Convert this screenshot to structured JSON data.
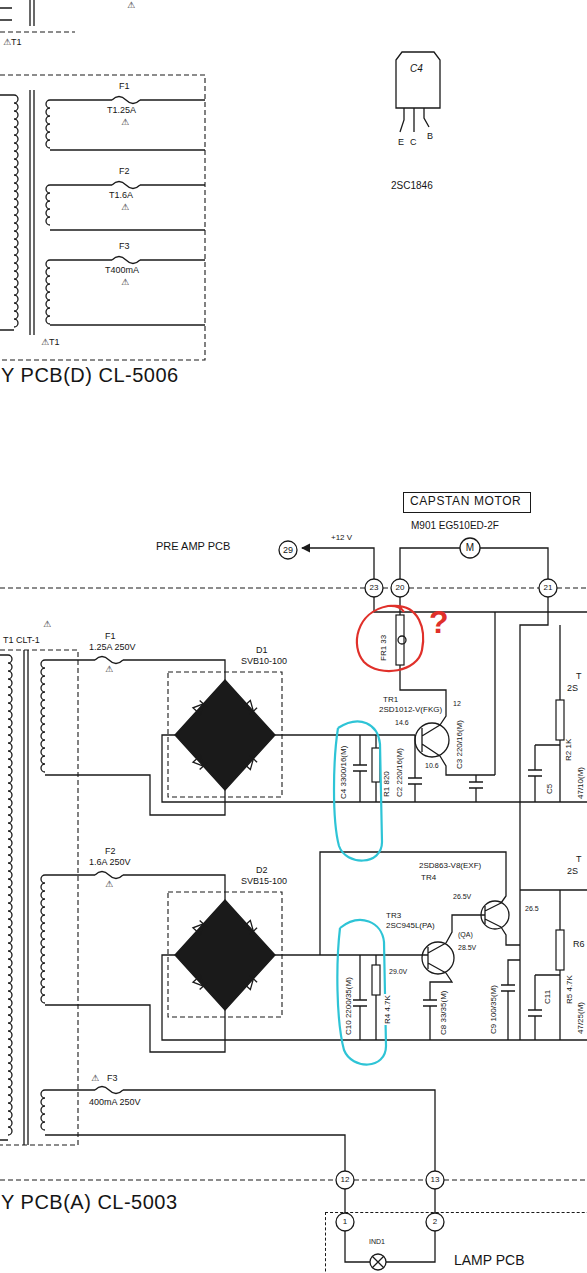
{
  "diagram": {
    "nodes": [
      {
        "text": [
          "CAPSTAN MOTOR"
        ]
      },
      {
        "text": [
          "LAMP PCB"
        ]
      }
    ],
    "labels": [
      "⚠T1",
      "⚠",
      "F1",
      "T1.25A",
      "⚠",
      "F2",
      "T1.6A",
      "⚠",
      "F3",
      "T400mA",
      "⚠",
      "⚠T1",
      "Y PCB(D) CL-5006",
      "C4",
      "E",
      "C",
      "B",
      "2SC1846",
      "PRE AMP PCB",
      "29",
      "+12 V",
      "23",
      "20",
      "21",
      "M",
      "M901 EG510ED-2F",
      "FR1 33",
      "?",
      "⚠",
      "T1 CLT-1",
      "F1",
      "1.25A 250V",
      "⚠",
      "D1",
      "SVB10-100",
      "TR1",
      "2SD1012-V(FKG)",
      "14.6",
      "12",
      "C4 3300/16(M)",
      "R1 820",
      "10.6",
      "C2 220/16(M)",
      "C3 220/16(M)",
      "T",
      "2S",
      "R2 1K",
      "C5",
      "47/10(M)",
      "F2",
      "1.6A 250V",
      "⚠",
      "D2",
      "SVB15-100",
      "2SD863-V8(EXF)",
      "TR4",
      "26.5V",
      "TR3",
      "2SC945L(PA)",
      "(QA)",
      "26.5",
      "28.5V",
      "29.0V",
      "C10 2200/35(M)",
      "R4 4.7K",
      "C8 33/35(M)",
      "C9 100/35(M)",
      "T",
      "2S",
      "R5 4.7K",
      "R6",
      "C11",
      "47/25(M)",
      "⚠",
      "F3",
      "400mA 250V",
      "Y PCB(A) CL-5003",
      "12",
      "13",
      "1",
      "2",
      "IND1"
    ]
  }
}
